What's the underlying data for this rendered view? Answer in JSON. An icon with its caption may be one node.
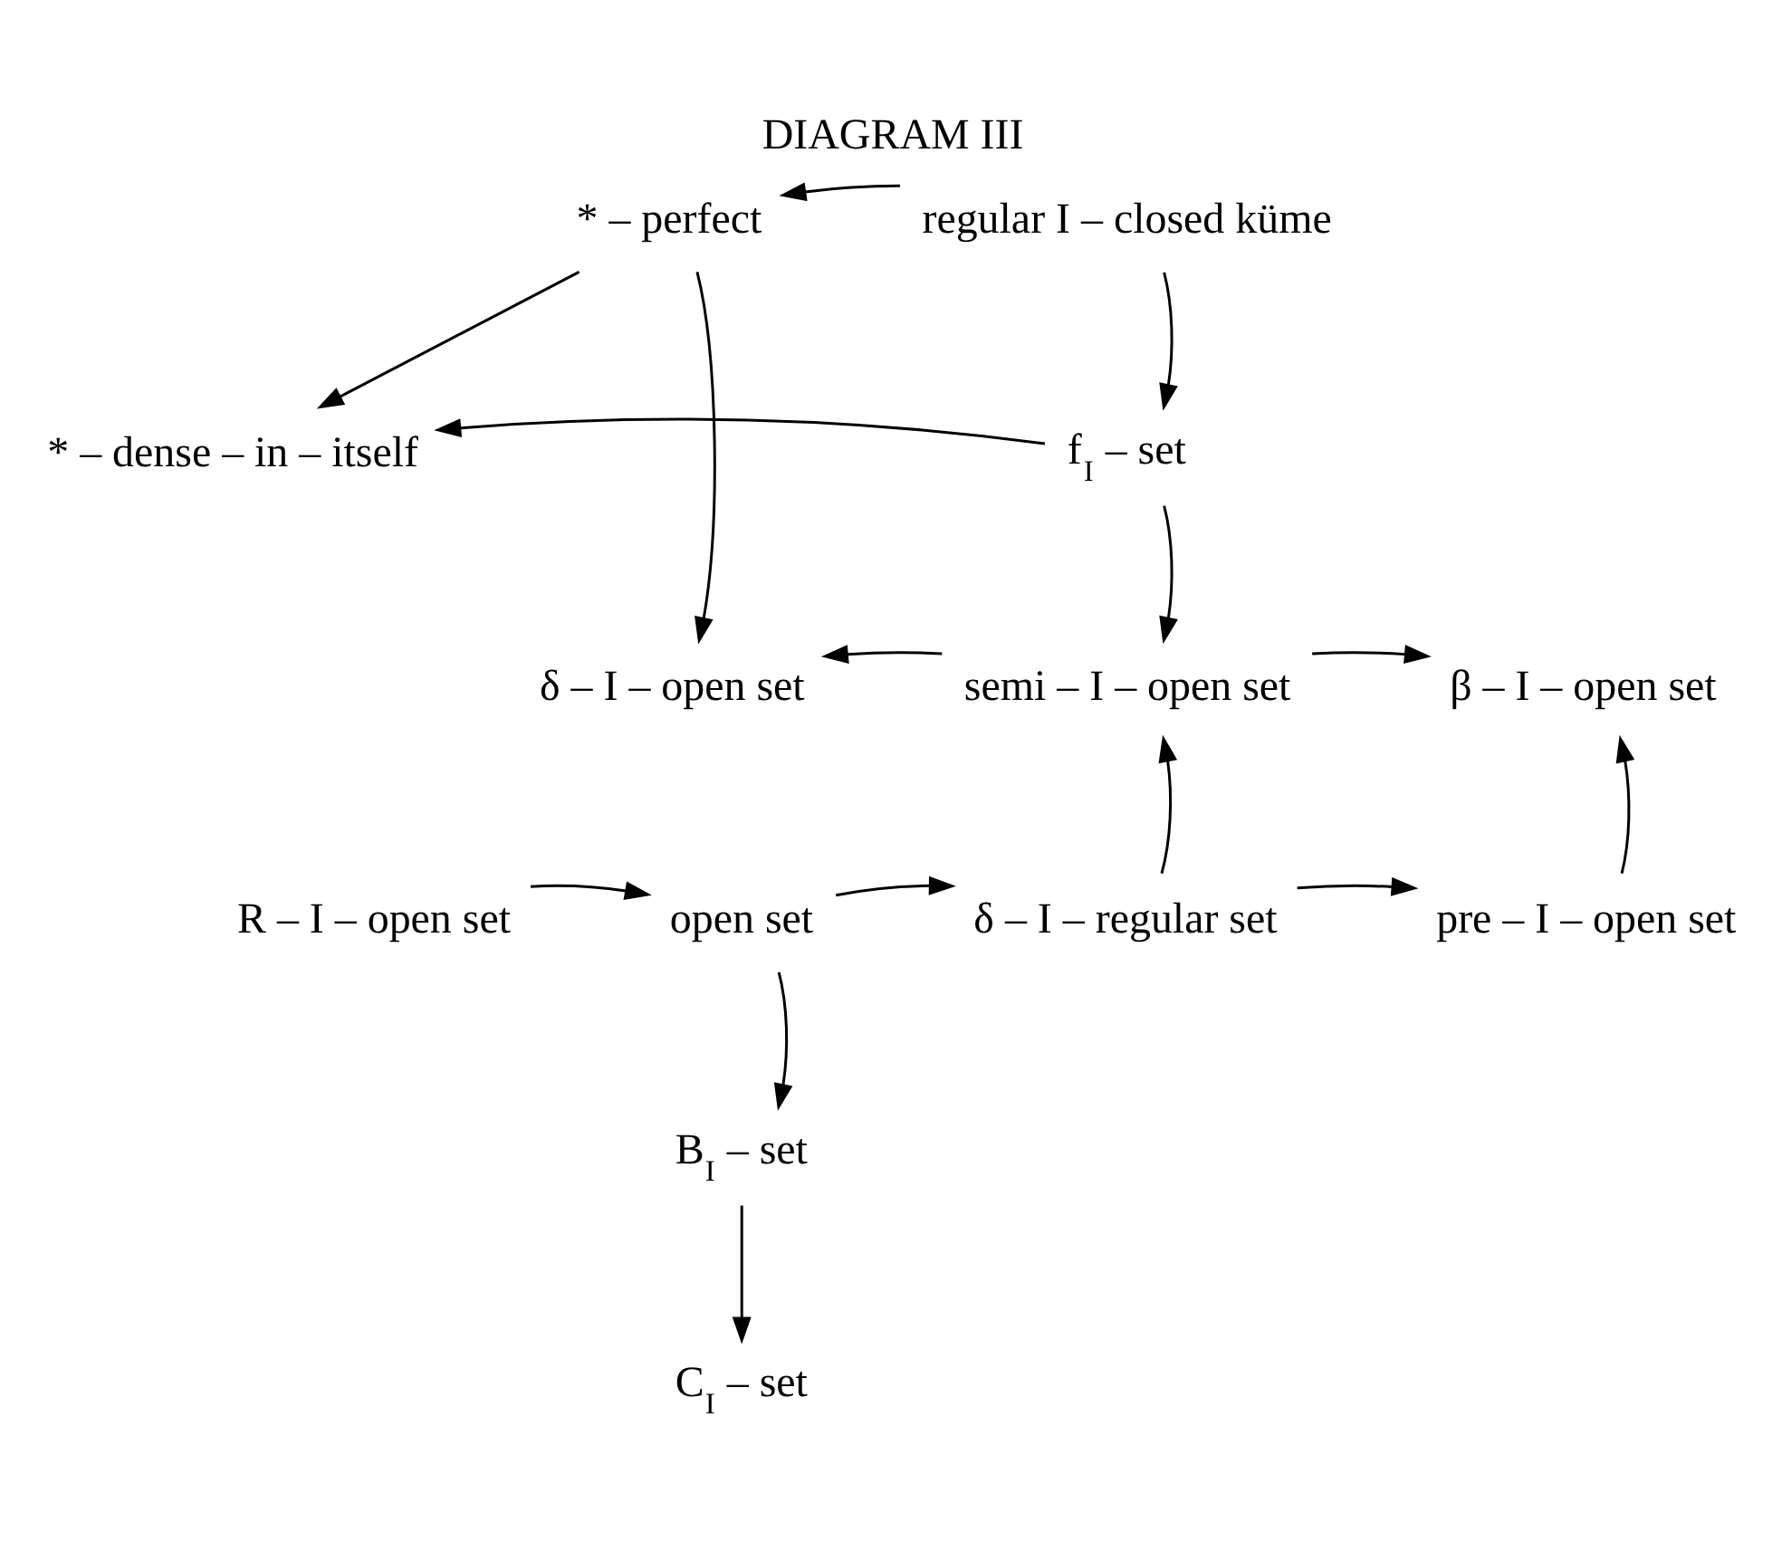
{
  "diagram": {
    "title": "DIAGRAM III",
    "nodes": [
      {
        "text": [
          "* – perfect"
        ]
      },
      {
        "text": [
          "regular I – closed küme"
        ]
      },
      {
        "text": [
          "* – dense – in – itself"
        ]
      },
      {
        "text": [
          "f$_{I}$ – set"
        ]
      },
      {
        "text": [
          "δ – I – open set"
        ]
      },
      {
        "text": [
          "semi – I – open set"
        ]
      },
      {
        "text": [
          "β – I – open set"
        ]
      },
      {
        "text": [
          "R – I – open set"
        ]
      },
      {
        "text": [
          "open set"
        ]
      },
      {
        "text": [
          "δ – I – regular set"
        ]
      },
      {
        "text": [
          "pre – I – open set"
        ]
      },
      {
        "text": [
          "B$_{I}$ – set"
        ]
      },
      {
        "text": [
          "C$_{I}$ – set"
        ]
      }
    ],
    "edges": [
      {
        "from": 1,
        "to": 0,
        "arrow": "to"
      },
      {
        "from": 0,
        "to": 2,
        "arrow": "to"
      },
      {
        "from": 0,
        "to": 4,
        "arrow": "to"
      },
      {
        "from": 1,
        "to": 3,
        "arrow": "to"
      },
      {
        "from": 3,
        "to": 2,
        "arrow": "to"
      },
      {
        "from": 3,
        "to": 5,
        "arrow": "to"
      },
      {
        "from": 5,
        "to": 4,
        "arrow": "to"
      },
      {
        "from": 5,
        "to": 6,
        "arrow": "to"
      },
      {
        "from": 7,
        "to": 8,
        "arrow": "to"
      },
      {
        "from": 8,
        "to": 9,
        "arrow": "to"
      },
      {
        "from": 9,
        "to": 10,
        "arrow": "to"
      },
      {
        "from": 9,
        "to": 5,
        "arrow": "to"
      },
      {
        "from": 10,
        "to": 6,
        "arrow": "to"
      },
      {
        "from": 8,
        "to": 11,
        "arrow": "to"
      },
      {
        "from": 11,
        "to": 12,
        "arrow": "to"
      }
    ]
  }
}
